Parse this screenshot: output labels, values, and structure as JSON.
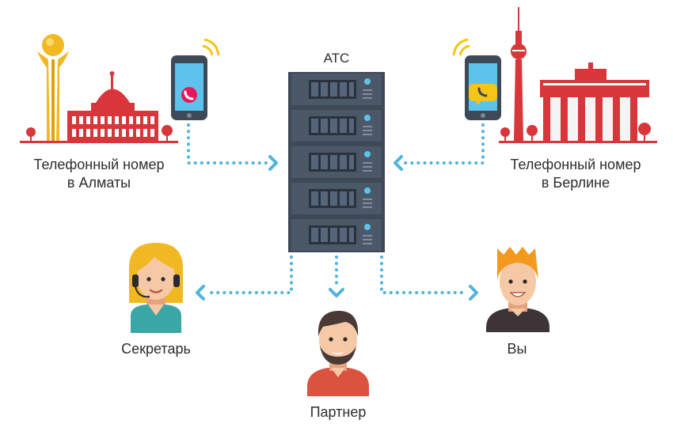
{
  "pbx_label": "АТС",
  "almaty": {
    "line1": "Телефонный номер",
    "line2": "в Алматы"
  },
  "berlin": {
    "line1": "Телефонный номер",
    "line2": "в Берлине"
  },
  "secretary_label": "Секретарь",
  "partner_label": "Партнер",
  "you_label": "Вы",
  "colors": {
    "connector": "#4fb3e0",
    "server": "#3d4957",
    "red_call": "#e8175d",
    "yellow_call": "#f7c519",
    "building_red": "#d9363b",
    "gold": "#f2b824"
  },
  "icons": [
    "phone-call-icon",
    "server-icon",
    "headset-icon"
  ]
}
